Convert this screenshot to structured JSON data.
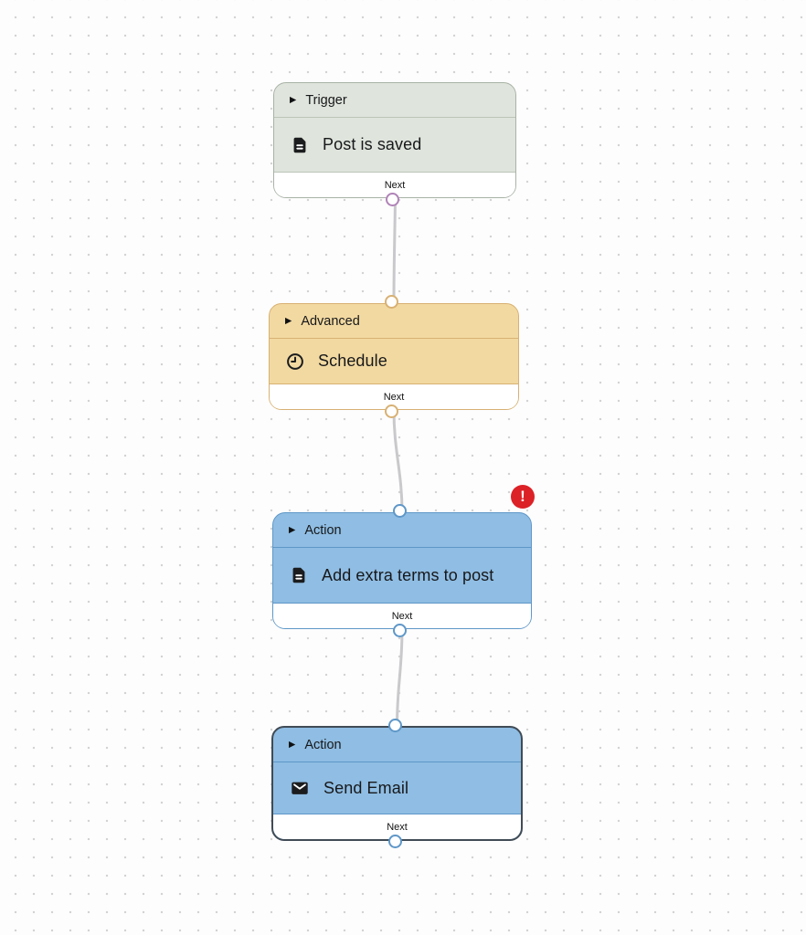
{
  "canvas": {
    "background_color": "#fdfdfd",
    "dot_color": "#d3d3d3",
    "edge_color": "#c9c9cc"
  },
  "icons": {
    "collapse_caret": "▶"
  },
  "nodes": [
    {
      "category": "Trigger",
      "title": "Post is saved",
      "icon": "document-icon",
      "port_label": "Next",
      "colors": {
        "fill": "#dfe4dc",
        "border": "#a9b3a6",
        "divider": "#bcc4b8",
        "port": "#b083b8"
      }
    },
    {
      "category": "Advanced",
      "title": "Schedule",
      "icon": "clock-icon",
      "port_label": "Next",
      "colors": {
        "fill": "#f2d9a1",
        "border": "#d8b173",
        "divider": "#d8b173",
        "port": "#d8b173"
      }
    },
    {
      "category": "Action",
      "title": "Add extra terms to post",
      "icon": "document-icon",
      "port_label": "Next",
      "error_badge": "!",
      "colors": {
        "fill": "#8fbde3",
        "border": "#5e97c8",
        "divider": "#5e97c8",
        "port": "#5e97c8",
        "error": "#dc2127"
      }
    },
    {
      "category": "Action",
      "title": "Send Email",
      "icon": "envelope-icon",
      "port_label": "Next",
      "state": "selected",
      "colors": {
        "fill": "#8fbde3",
        "border": "#404b55",
        "divider": "#5e97c8",
        "port": "#5e97c8"
      }
    }
  ]
}
